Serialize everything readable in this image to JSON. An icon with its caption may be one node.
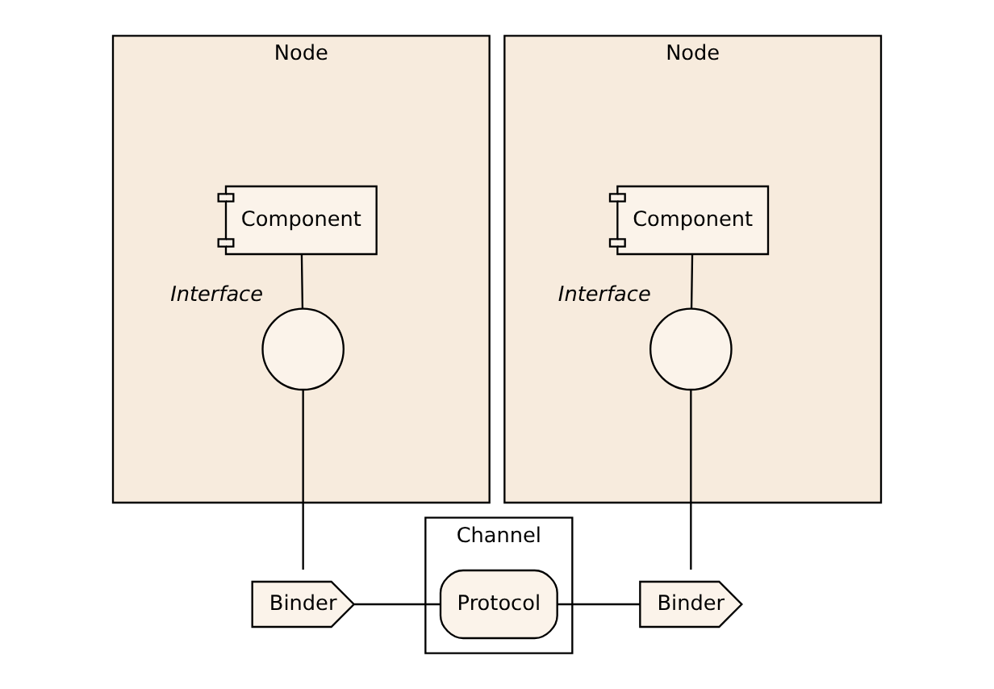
{
  "diagram": {
    "nodes": [
      {
        "text": [
          "Node"
        ]
      },
      {
        "text": [
          "Component"
        ],
        "in": 0
      },
      {
        "text": [],
        "shape": "circle",
        "beside": [
          "Interface"
        ],
        "in": 0
      },
      {
        "text": [
          "Node"
        ]
      },
      {
        "text": [
          "Component"
        ],
        "in": 3
      },
      {
        "text": [],
        "shape": "circle",
        "beside": [
          "Interface"
        ],
        "in": 3
      },
      {
        "text": [
          "Channel"
        ]
      },
      {
        "text": [
          "Binder"
        ]
      },
      {
        "text": [
          "Protocol"
        ],
        "in": 6
      },
      {
        "text": [
          "Binder"
        ]
      }
    ],
    "edges": [
      {
        "from": 1,
        "to": 2,
        "arrow": "none"
      },
      {
        "from": 2,
        "to": 7,
        "arrow": "none"
      },
      {
        "from": 7,
        "to": 8,
        "arrow": "none"
      },
      {
        "from": 8,
        "to": 9,
        "arrow": "none"
      },
      {
        "from": 9,
        "to": 5,
        "arrow": "none"
      },
      {
        "from": 4,
        "to": 5,
        "arrow": "none"
      }
    ]
  }
}
